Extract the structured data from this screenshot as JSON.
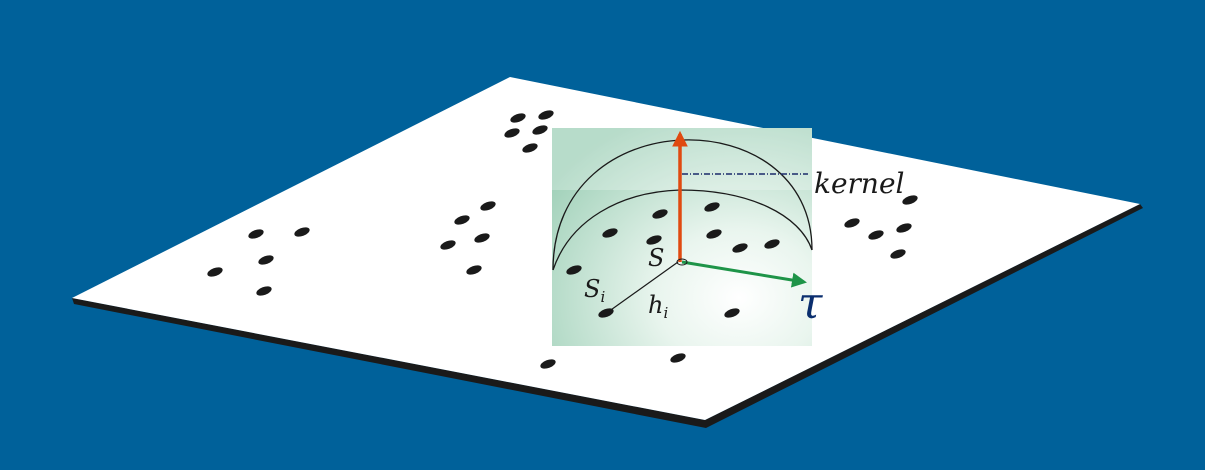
{
  "diagram": {
    "labels": {
      "kernel": "kernel",
      "s": "S",
      "si_base": "S",
      "si_sub": "i",
      "hi_base": "h",
      "hi_sub": "i",
      "tau": "τ"
    },
    "colors": {
      "background": "#00619a",
      "plane": "#ffffff",
      "plane_edge": "#1a1a1a",
      "event_marks": "#1a1a1a",
      "kernel_panel": "#c7e5d6",
      "vertical_arrow": "#e04a10",
      "time_arrow": "#1e9448",
      "kernel_line": "#1a2a6a",
      "tau": "#0a2e6e"
    }
  }
}
